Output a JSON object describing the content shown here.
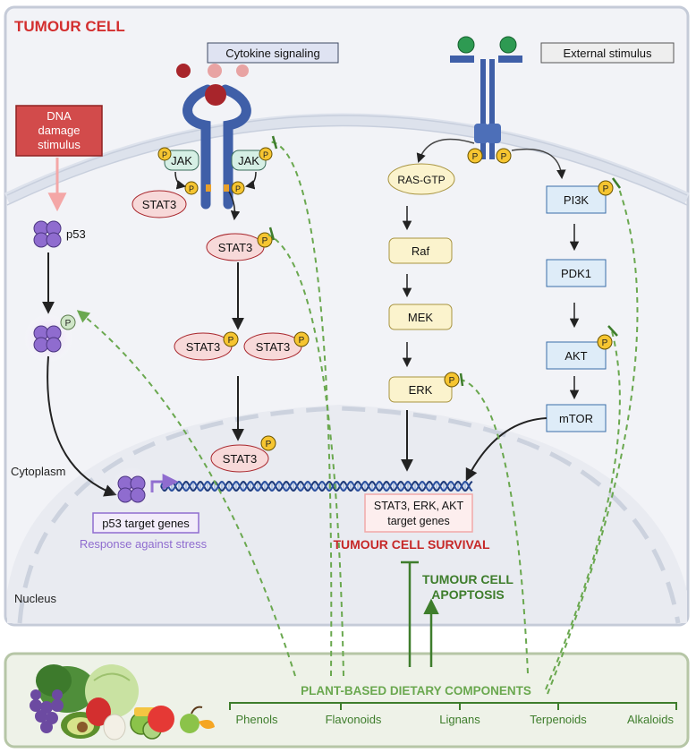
{
  "title": "TUMOUR CELL",
  "cytokine_label": "Cytokine signaling",
  "external_label": "External stimulus",
  "dna_damage": [
    "DNA",
    "damage",
    "stimulus"
  ],
  "p53": "p53",
  "phospho": "P",
  "jak": "JAK",
  "stat3": "STAT3",
  "ras_gtp": "RAS-GTP",
  "raf": "Raf",
  "mek": "MEK",
  "erk": "ERK",
  "pi3k": "PI3K",
  "pdk1": "PDK1",
  "akt": "AKT",
  "mtor": "mTOR",
  "cytoplasm": "Cytoplasm",
  "nucleus": "Nucleus",
  "p53_target_genes": "p53 target genes",
  "response_stress": "Response against stress",
  "target_genes": [
    "STAT3, ERK, AKT",
    "target genes"
  ],
  "survival": "TUMOUR CELL SURVIVAL",
  "apoptosis": [
    "TUMOUR CELL",
    "APOPTOSIS"
  ],
  "plant_components": "PLANT-BASED DIETARY COMPONENTS",
  "compound_classes": [
    "Phenols",
    "Flavonoids",
    "Lignans",
    "Terpenoids",
    "Alkaloids"
  ],
  "colors": {
    "title_red": "#d32f2f",
    "survival_red": "#c62828",
    "apoptosis_green": "#3e7d2c",
    "inhibition_green": "#6aa84f",
    "receptor_blue": "#3f5fa8",
    "stat3_fill": "#f7d9d9",
    "pathway_yellow": "#fbf3cd",
    "pathway_blue": "#deecf8",
    "p53_purple": "#8f6ccf",
    "phospho_yellow": "#f6c531"
  }
}
